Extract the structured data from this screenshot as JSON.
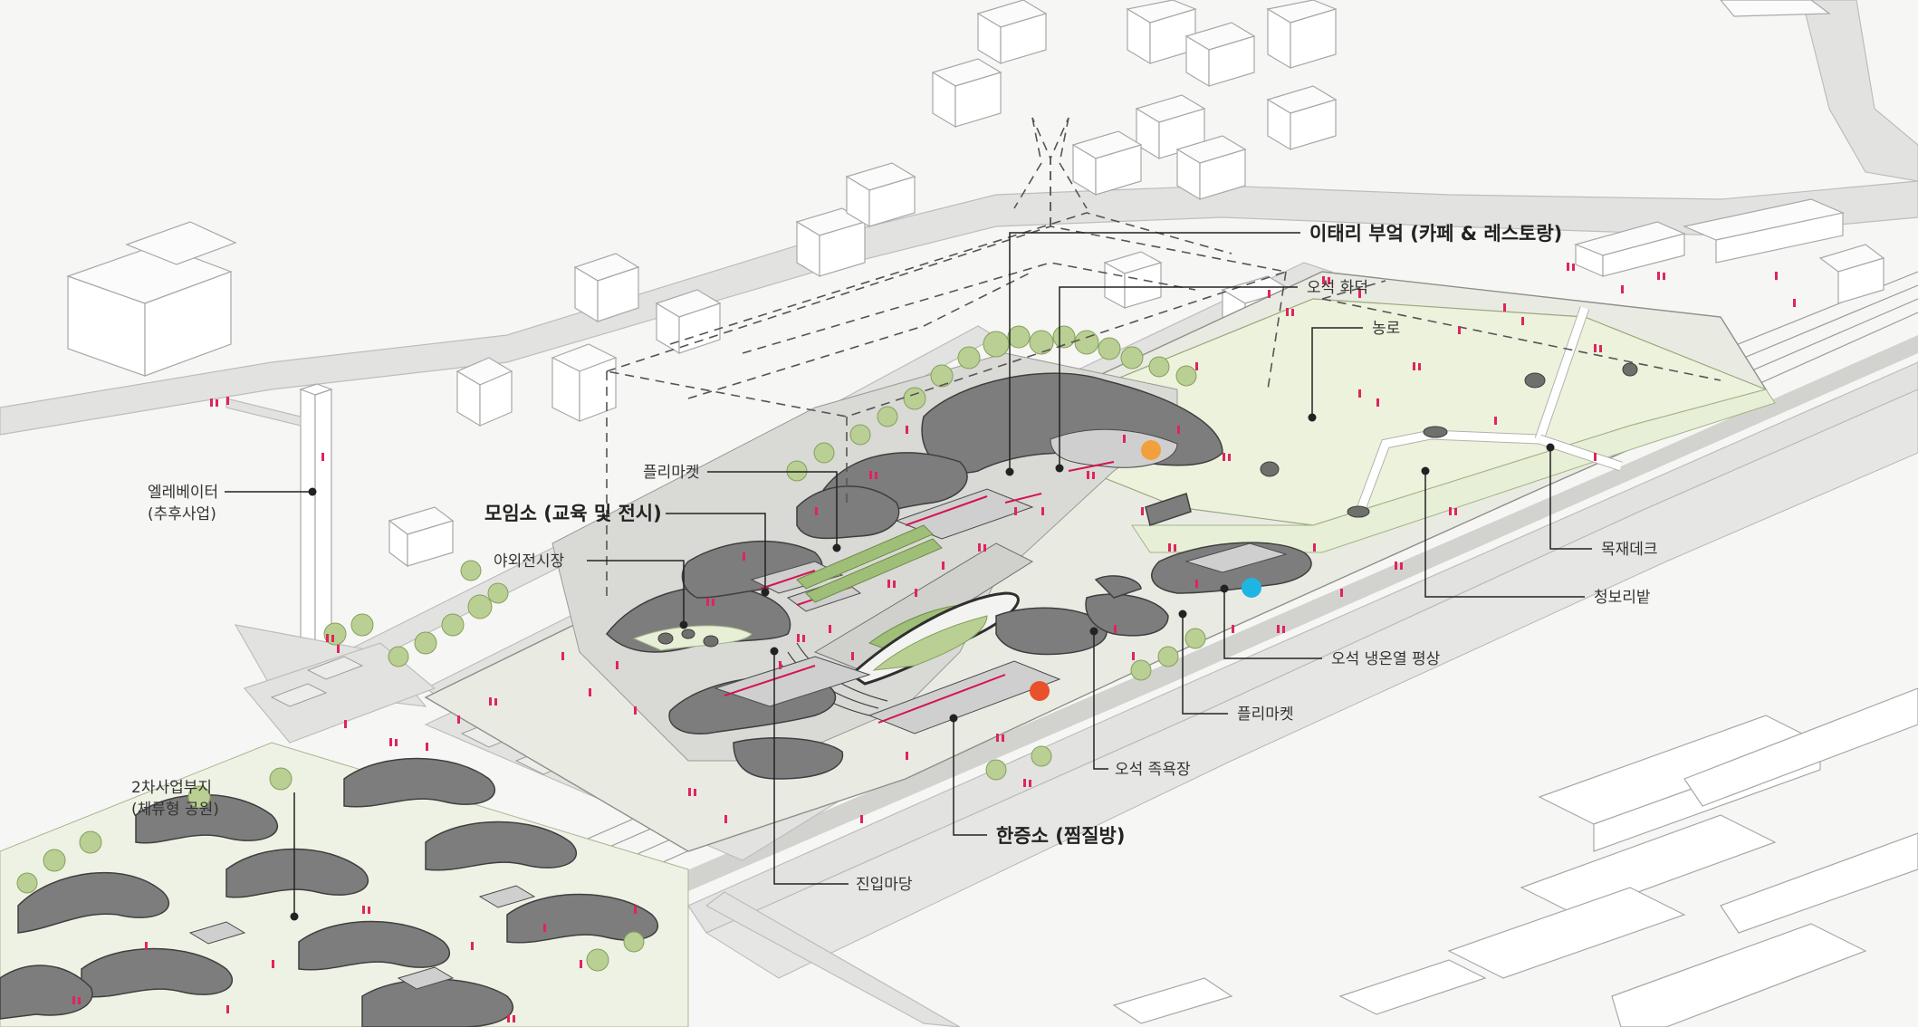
{
  "labels": {
    "italian_kitchen": "이태리 부엌 (카페 & 레스토랑)",
    "stone_hearth": "오석 화덕",
    "farm_road": "농로",
    "flea_market_top": "플리마켓",
    "gathering_hall": "모임소 (교육 및 전시)",
    "outdoor_exhibition": "야외전시장",
    "elevator": "엘레베이터",
    "elevator_note": "(추후사업)",
    "wood_deck": "목재데크",
    "barley_field": "청보리밭",
    "stone_platform": "오석 냉온열 평상",
    "flea_market_bottom": "플리마켓",
    "stone_footbath": "오석 족욕장",
    "sauna": "한증소 (찜질방)",
    "entrance_yard": "진입마당",
    "phase2_site": "2차사업부지",
    "phase2_note": "(체류형 공원)"
  },
  "colors": {
    "people": "#e0245e",
    "accent_orange": "#f2a03d",
    "accent_blue": "#1fb5e3",
    "accent_red": "#e8512c",
    "leader": "#222222"
  }
}
